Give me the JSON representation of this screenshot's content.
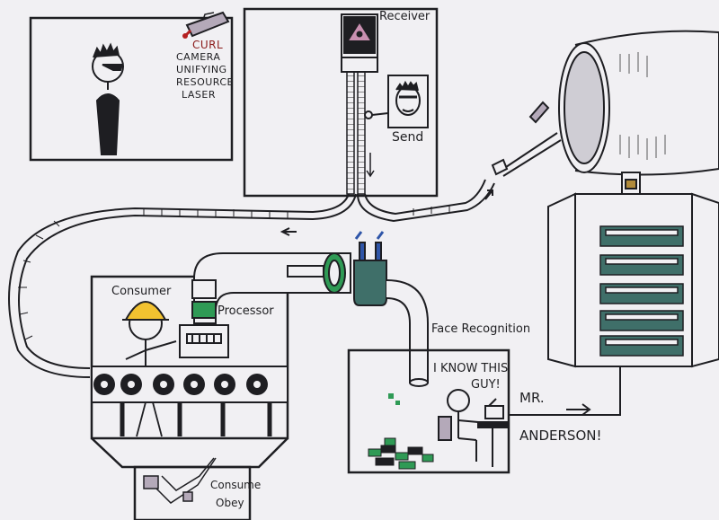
{
  "labels": {
    "curl_lines": [
      "CURL",
      "CAMERA",
      "UNIFYING",
      "RESOURCE",
      "LASER"
    ],
    "receiver": "Receiver",
    "send": "Send",
    "consumer": "Consumer",
    "processor": "Processor",
    "face_recognition": "Face Recognition",
    "know_line1": "I KNOW THIS",
    "know_line2": "GUY!",
    "mr": "MR.",
    "anderson": "ANDERSON!",
    "consume": "Consume",
    "obey": "Obey"
  },
  "colors": {
    "ink": "#1e1e22",
    "paper": "#f1f0f3",
    "helmet": "#f2c230",
    "green": "#2f9a55",
    "teal": "#3f6f69",
    "blue": "#2f55a8",
    "red": "#b52020",
    "purple": "#6a3a8a"
  }
}
